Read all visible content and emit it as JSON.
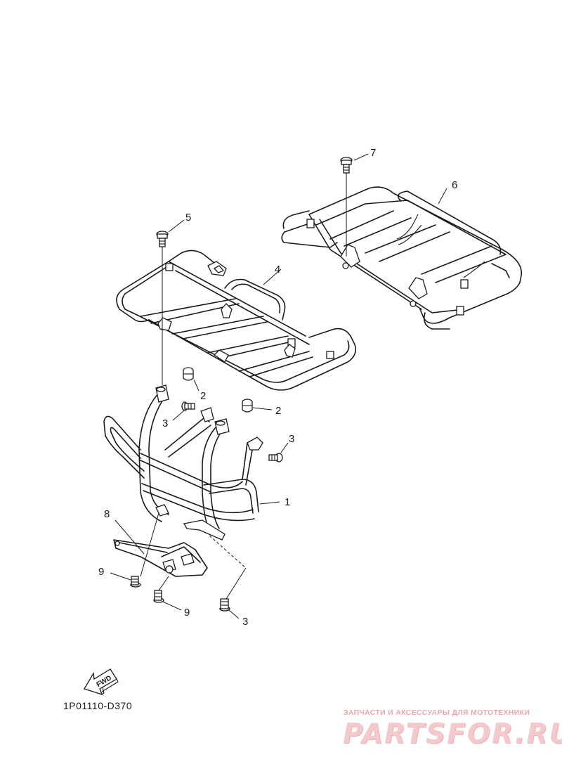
{
  "callouts": [
    {
      "id": "c1",
      "label": "1"
    },
    {
      "id": "c2a",
      "label": "2"
    },
    {
      "id": "c2b",
      "label": "2"
    },
    {
      "id": "c3a",
      "label": "3"
    },
    {
      "id": "c3b",
      "label": "3"
    },
    {
      "id": "c3c",
      "label": "3"
    },
    {
      "id": "c4",
      "label": "4"
    },
    {
      "id": "c5",
      "label": "5"
    },
    {
      "id": "c6",
      "label": "6"
    },
    {
      "id": "c7",
      "label": "7"
    },
    {
      "id": "c8",
      "label": "8"
    },
    {
      "id": "c9a",
      "label": "9"
    },
    {
      "id": "c9b",
      "label": "9"
    }
  ],
  "fwd_label": "FWD",
  "diagram_code": "1P01110-D370",
  "watermark": {
    "tagline": "ЗАПЧАСТИ И АКСЕССУАРЫ ДЛЯ МОТОТЕХНИКИ",
    "logo_text": "PARTSFOR.RU"
  },
  "colors": {
    "line": "#1a1a1a",
    "watermark": "#f3c9cb"
  }
}
